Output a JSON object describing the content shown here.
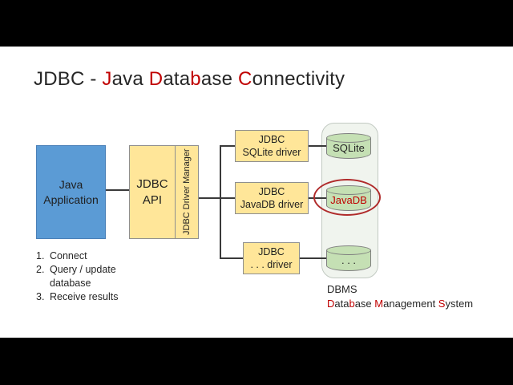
{
  "title": {
    "segments": [
      {
        "text": "JDBC - ",
        "red": false
      },
      {
        "text": "J",
        "red": true
      },
      {
        "text": "ava ",
        "red": false
      },
      {
        "text": "D",
        "red": true
      },
      {
        "text": "ata",
        "red": false
      },
      {
        "text": "b",
        "red": true
      },
      {
        "text": "ase ",
        "red": false
      },
      {
        "text": "C",
        "red": true
      },
      {
        "text": "onnectivity",
        "red": false
      }
    ]
  },
  "diagram": {
    "java_app": {
      "lines": [
        "Java",
        "Application"
      ]
    },
    "jdbc_api": {
      "lines": [
        "JDBC",
        "API"
      ],
      "driver_manager": "JDBC Driver Manager"
    },
    "drivers": [
      {
        "line1": "JDBC",
        "line2": "SQLite driver"
      },
      {
        "line1": "JDBC",
        "line2": "JavaDB driver"
      },
      {
        "line1": "JDBC",
        "line2": ". . . driver"
      }
    ],
    "databases": [
      {
        "label": "SQLite",
        "highlighted": false
      },
      {
        "label": "JavaDB",
        "highlighted": true
      },
      {
        "label": ". . .",
        "highlighted": false
      }
    ],
    "steps": [
      {
        "num": "1.",
        "text": "Connect"
      },
      {
        "num": "2.",
        "text": "Query / update database"
      },
      {
        "num": "3.",
        "text": "Receive results"
      }
    ],
    "dbms": {
      "abbrev": "DBMS",
      "full_segments": [
        {
          "text": "D",
          "red": true
        },
        {
          "text": "ata",
          "red": false
        },
        {
          "text": "b",
          "red": true
        },
        {
          "text": "ase ",
          "red": false
        },
        {
          "text": "M",
          "red": true
        },
        {
          "text": "anagement ",
          "red": false
        },
        {
          "text": "S",
          "red": true
        },
        {
          "text": "ystem",
          "red": false
        }
      ]
    }
  },
  "colors": {
    "accent_red": "#C00000",
    "app_box_fill": "#5B9BD5",
    "api_box_fill": "#FFE699",
    "database_fill": "#C5E0B4",
    "highlight_ellipse": "#B02B2B",
    "letterbox": "#000000",
    "slide_background": "#FFFFFF"
  }
}
